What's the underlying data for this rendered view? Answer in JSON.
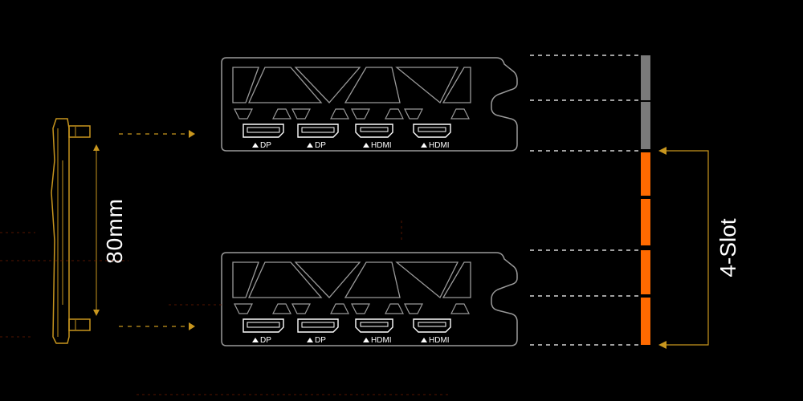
{
  "colors": {
    "background": "#000000",
    "outline": "#9a9a9a",
    "accent_orange": "#ff6a00",
    "accent_gold": "#c8961e",
    "slot_gray": "#7a7a7a"
  },
  "brackets": [
    {
      "ports": [
        {
          "label": "DP",
          "type": "displayport"
        },
        {
          "label": "DP",
          "type": "displayport"
        },
        {
          "label": "HDMI",
          "type": "hdmi"
        },
        {
          "label": "HDMI",
          "type": "hdmi"
        }
      ]
    },
    {
      "ports": [
        {
          "label": "DP",
          "type": "displayport"
        },
        {
          "label": "DP",
          "type": "displayport"
        },
        {
          "label": "HDMI",
          "type": "hdmi"
        },
        {
          "label": "HDMI",
          "type": "hdmi"
        }
      ]
    }
  ],
  "dimension_label": "80mm",
  "slot_label": "4-Slot",
  "slot_scale": {
    "gray_segments": 2,
    "orange_segments": 4
  }
}
